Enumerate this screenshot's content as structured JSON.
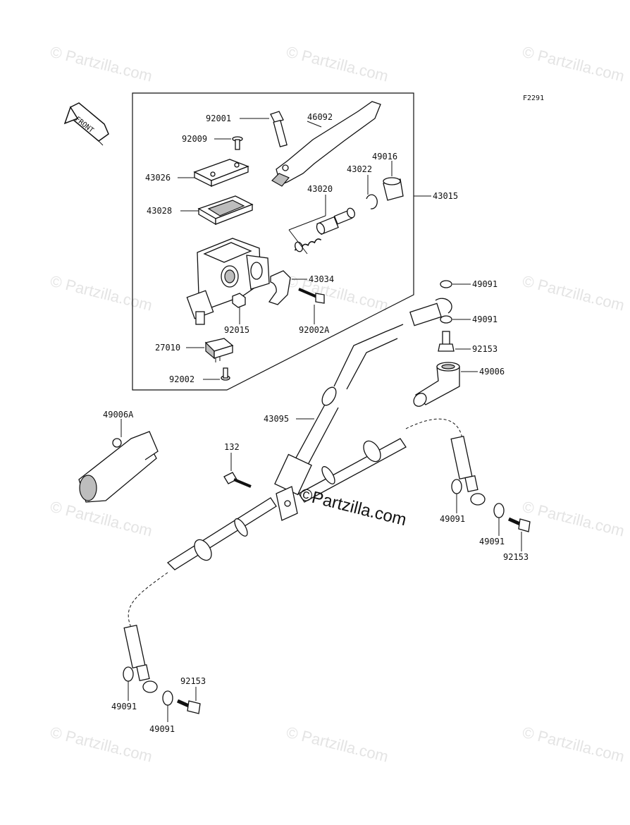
{
  "diagram": {
    "figure_code": "F2291",
    "front_label": "FRONT",
    "watermark_text": "© Partzilla.com",
    "center_watermark": "©Partzilla.com",
    "part_labels": {
      "p92001": "92001",
      "p46092": "46092",
      "p92009": "92009",
      "p49016": "49016",
      "p43026": "43026",
      "p43022": "43022",
      "p43020": "43020",
      "p43015": "43015",
      "p43028": "43028",
      "p43034": "43034",
      "p92015": "92015",
      "p92002A": "92002A",
      "p27010": "27010",
      "p92002": "92002",
      "p49091a": "49091",
      "p49091b": "49091",
      "p92153a": "92153",
      "p49006": "49006",
      "p49006A": "49006A",
      "p43095": "43095",
      "p132": "132",
      "p49091c": "49091",
      "p49091d": "49091",
      "p92153b": "92153",
      "p92153c": "92153",
      "p49091e": "49091",
      "p49091f": "49091"
    }
  }
}
